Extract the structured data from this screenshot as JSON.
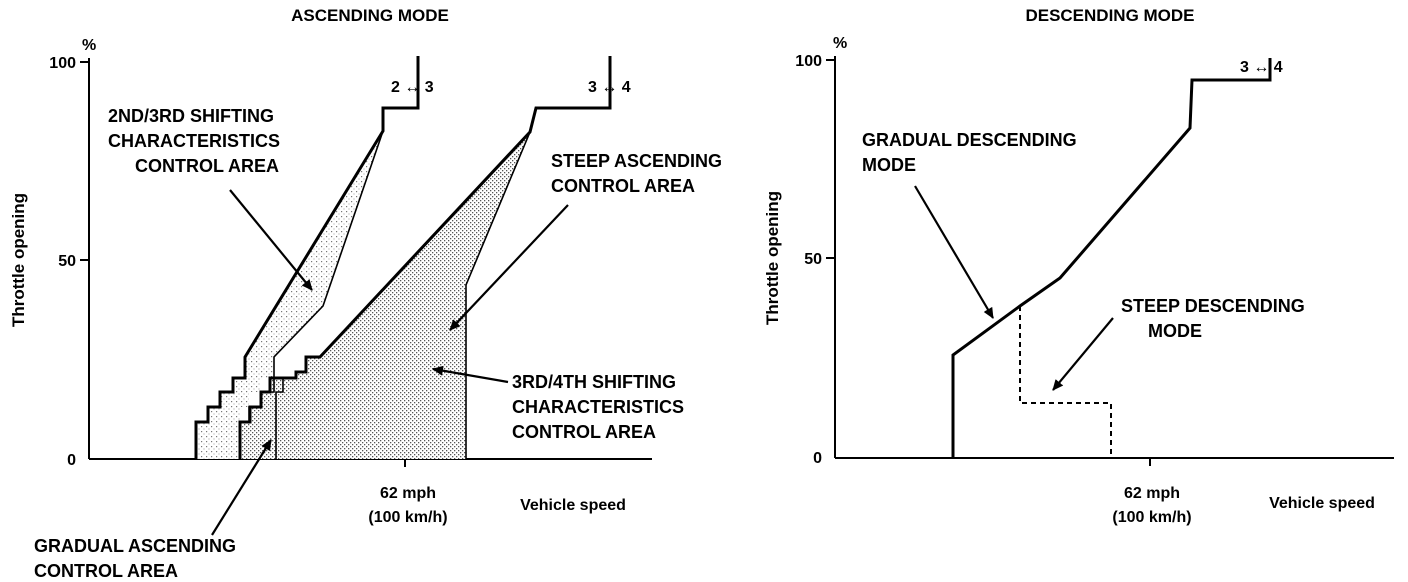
{
  "ascending": {
    "title": "ASCENDING MODE",
    "y_unit": "%",
    "y_ticks": [
      "100",
      "50",
      "0"
    ],
    "y_label": "Throttle opening",
    "x_mark_label": "62 mph",
    "x_mark_sublabel": "(100 km/h)",
    "x_label": "Vehicle speed",
    "shift_23": "2 ↔ 3",
    "shift_34": "3 ↔ 4",
    "callout_23_line1": "2ND/3RD SHIFTING",
    "callout_23_line2": "CHARACTERISTICS",
    "callout_23_line3": "CONTROL AREA",
    "callout_steep_line1": "STEEP ASCENDING",
    "callout_steep_line2": "CONTROL AREA",
    "callout_34_line1": "3RD/4TH SHIFTING",
    "callout_34_line2": "CHARACTERISTICS",
    "callout_34_line3": "CONTROL AREA",
    "callout_gradual_line1": "GRADUAL ASCENDING",
    "callout_gradual_line2": "CONTROL AREA"
  },
  "descending": {
    "title": "DESCENDING MODE",
    "y_unit": "%",
    "y_ticks": [
      "100",
      "50",
      "0"
    ],
    "y_label": "Throttle opening",
    "x_mark_label": "62 mph",
    "x_mark_sublabel": "(100 km/h)",
    "x_label": "Vehicle speed",
    "shift_34": "3 ↔ 4",
    "callout_gradual_line1": "GRADUAL DESCENDING",
    "callout_gradual_line2": "MODE",
    "callout_steep_line1": "STEEP DESCENDING",
    "callout_steep_line2": "MODE"
  }
}
